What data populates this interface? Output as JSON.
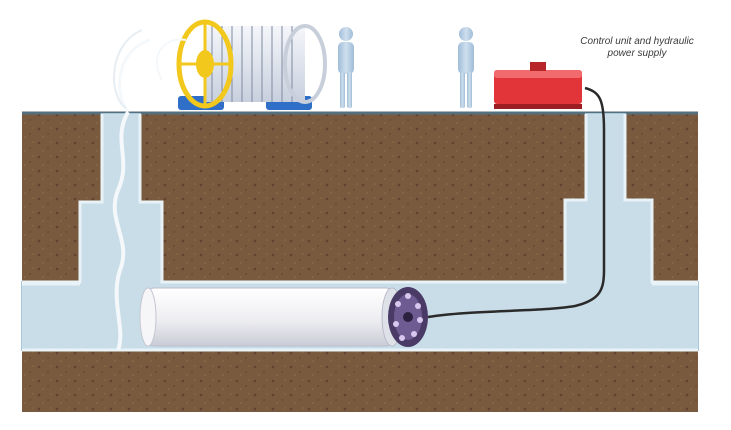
{
  "callout": {
    "line1": "Control unit and hydraulic",
    "line2": "power supply"
  },
  "colors": {
    "soil": "#7a5a3e",
    "soil_dark": "#5e4430",
    "water": "#c9dde8",
    "water_edge": "#a9c7d8",
    "ground_line": "#54707e",
    "liner": "#f2f2f4",
    "control_unit": "#e2353a",
    "reel_frame": "#f2c81c",
    "reel_base": "#2f6fc7",
    "worker": "#b6cfe4",
    "cable": "#2a2a2a"
  },
  "components": [
    "cable-reel-icon",
    "worker-icon",
    "control-unit-icon",
    "pipe-liner",
    "inversion-head-icon",
    "hydraulic-hose"
  ]
}
